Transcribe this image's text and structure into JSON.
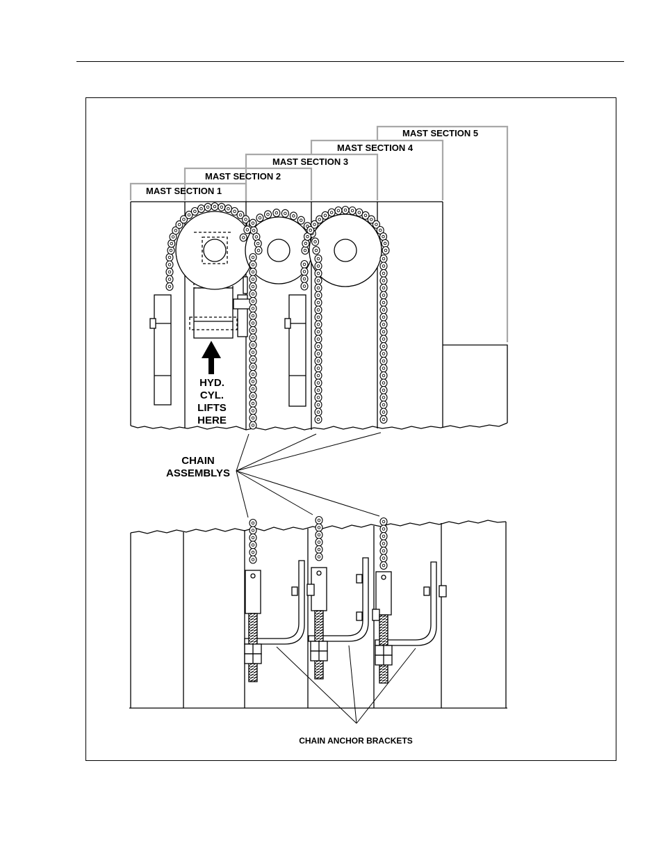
{
  "labels": {
    "mast_section_1": "MAST SECTION 1",
    "mast_section_2": "MAST SECTION 2",
    "mast_section_3": "MAST SECTION 3",
    "mast_section_4": "MAST SECTION 4",
    "mast_section_5": "MAST SECTION 5",
    "hyd_line1": "HYD.",
    "hyd_line2": "CYL.",
    "hyd_line3": "LIFTS",
    "hyd_line4": "HERE",
    "chain_line1": "CHAIN",
    "chain_line2": "ASSEMBLYS",
    "anchor": "CHAIN ANCHOR BRACKETS"
  },
  "colors": {
    "line": "#000000",
    "bracket_gray": "#a8a8a8"
  }
}
